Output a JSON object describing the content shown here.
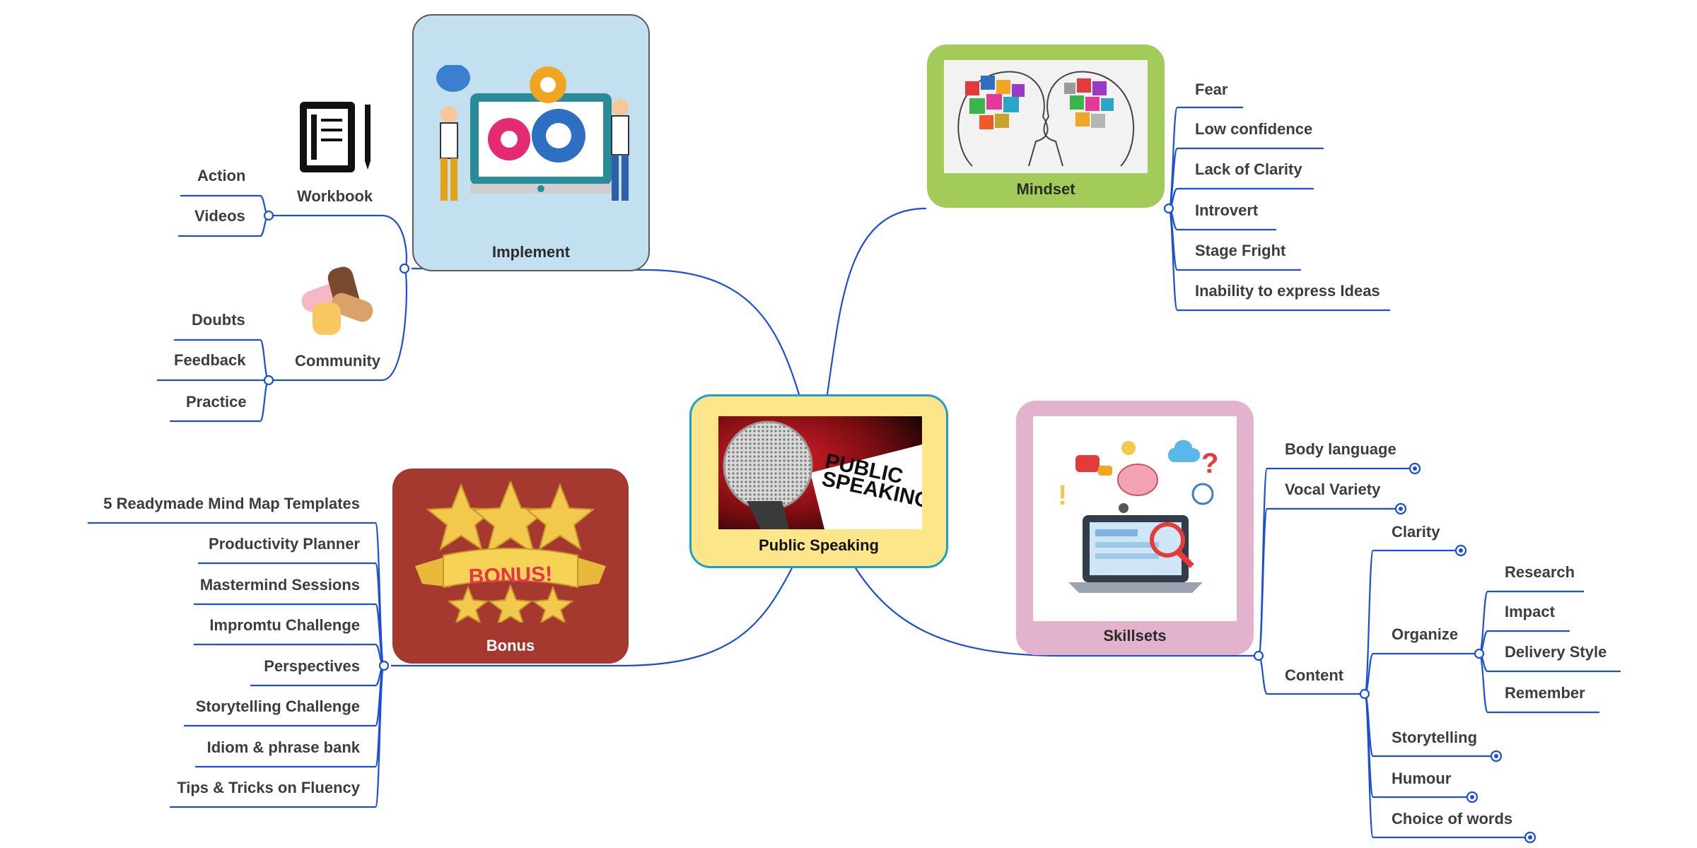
{
  "colors": {
    "line": "#1a4fd6",
    "center_fill": "#fde68a",
    "center_border": "#1ba1c9",
    "implement_fill": "#c3e0f1",
    "mindset_fill": "#a2cb5a",
    "skillsets_fill": "#e3b2cc",
    "bonus_fill": "#a5382f"
  },
  "center": {
    "label": "Public Speaking",
    "image_text": [
      "PUBLIC",
      "SPEAKING"
    ]
  },
  "implement": {
    "label": "Implement",
    "workbook": {
      "label": "Workbook",
      "items": [
        "Action",
        "Videos"
      ]
    },
    "community": {
      "label": "Community",
      "items": [
        "Doubts",
        "Feedback",
        "Practice"
      ]
    }
  },
  "mindset": {
    "label": "Mindset",
    "items": [
      "Fear",
      "Low confidence",
      "Lack of Clarity",
      "Introvert",
      "Stage Fright",
      "Inability to express Ideas"
    ]
  },
  "bonus": {
    "label": "Bonus",
    "badge": "BONUS!",
    "items": [
      "5 Readymade Mind Map Templates",
      "Productivity Planner",
      "Mastermind Sessions",
      "Impromtu Challenge",
      "Perspectives",
      "Storytelling Challenge",
      "Idiom & phrase bank",
      "Tips & Tricks on Fluency"
    ]
  },
  "skillsets": {
    "label": "Skillsets",
    "items": {
      "body_language": "Body language",
      "vocal_variety": "Vocal Variety",
      "content": "Content"
    },
    "content": {
      "clarity": "Clarity",
      "organize": "Organize",
      "storytelling": "Storytelling",
      "humour": "Humour",
      "choice_of_words": "Choice of words"
    },
    "organize": [
      "Research",
      "Impact",
      "Delivery Style",
      "Remember"
    ]
  }
}
